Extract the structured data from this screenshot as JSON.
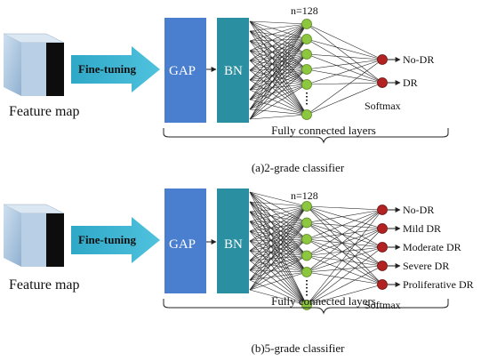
{
  "colors": {
    "gap": "#4A7FD0",
    "bn": "#2A8FA0",
    "neuron": "#8DC63F",
    "output": "#B22222",
    "arrow": "#3AA9C9",
    "link": "#222222"
  },
  "panels": [
    {
      "feature_label": "Feature map",
      "tuning_label": "Fine-tuning",
      "gap_label": "GAP",
      "bn_label": "BN",
      "n_label": "n=128",
      "softmax_label": "Softmax",
      "fc_label": "Fully connected layers",
      "caption": "(a)2-grade classifier",
      "outputs": [
        "No-DR",
        "DR"
      ]
    },
    {
      "feature_label": "Feature map",
      "tuning_label": "Fine-tuning",
      "gap_label": "GAP",
      "bn_label": "BN",
      "n_label": "n=128",
      "softmax_label": "Softmax",
      "fc_label": "Fully connected layers",
      "caption": "(b)5-grade classifier",
      "outputs": [
        "No-DR",
        "Mild DR",
        "Moderate DR",
        "Severe DR",
        "Proliferative DR"
      ]
    }
  ]
}
